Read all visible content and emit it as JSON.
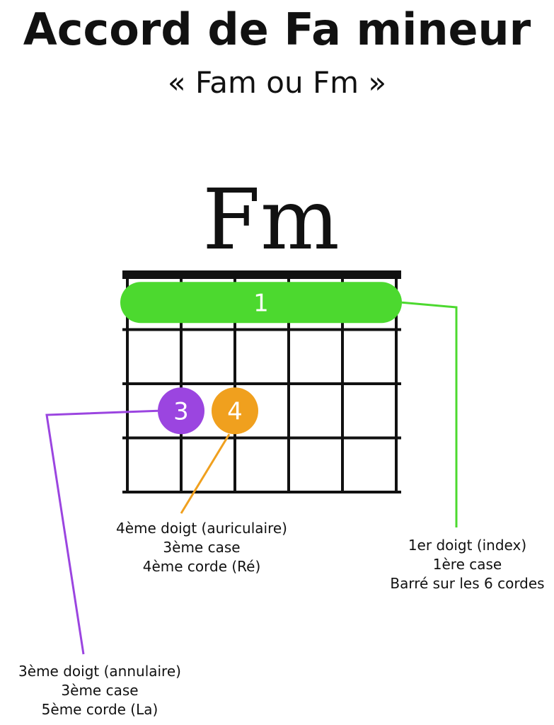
{
  "header": {
    "title": "Accord de Fa mineur",
    "subtitle": "« Fam ou Fm »"
  },
  "chord": {
    "name": "Fm",
    "strings": 6,
    "frets_shown": 4,
    "barre": {
      "finger": "1",
      "fret": 1,
      "from_string": 6,
      "to_string": 1,
      "color": "#4cd92f"
    },
    "dots": [
      {
        "finger": "3",
        "fret": 3,
        "string": 5,
        "color": "#9b45e0"
      },
      {
        "finger": "4",
        "fret": 3,
        "string": 4,
        "color": "#f0a01e"
      }
    ]
  },
  "annotations": {
    "finger4": {
      "lines": [
        "4ème doigt (auriculaire)",
        "3ème case",
        "4ème corde (Ré)"
      ],
      "color": "#f0a01e"
    },
    "finger1": {
      "lines": [
        "1er doigt (index)",
        "1ère case",
        "Barré sur les 6 cordes"
      ],
      "color": "#4cd92f"
    },
    "finger3": {
      "lines": [
        "3ème doigt (annulaire)",
        "3ème case",
        "5ème corde (La)"
      ],
      "color": "#9b45e0"
    }
  }
}
